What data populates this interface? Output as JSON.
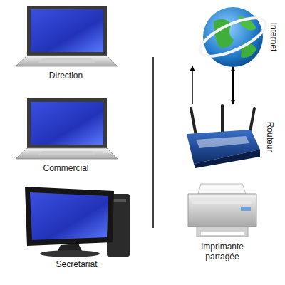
{
  "diagram": {
    "nodes": [
      {
        "text": [
          "Direction"
        ]
      },
      {
        "text": [
          "Internet"
        ]
      },
      {
        "text": [
          "Commercial"
        ]
      },
      {
        "text": [
          "Routeur"
        ]
      },
      {
        "text": [
          "Secrétariat"
        ]
      },
      {
        "text": [
          "Imprimante partagée"
        ]
      }
    ],
    "edges": [
      {
        "from": 3,
        "to": 1,
        "arrow": "both"
      },
      {
        "from": 3,
        "to": 0,
        "arrow": "to"
      },
      {
        "from": 3,
        "to": 2,
        "arrow": "to"
      },
      {
        "from": 3,
        "to": 4,
        "arrow": "to"
      },
      {
        "from": 3,
        "to": 5,
        "arrow": "to"
      }
    ]
  }
}
